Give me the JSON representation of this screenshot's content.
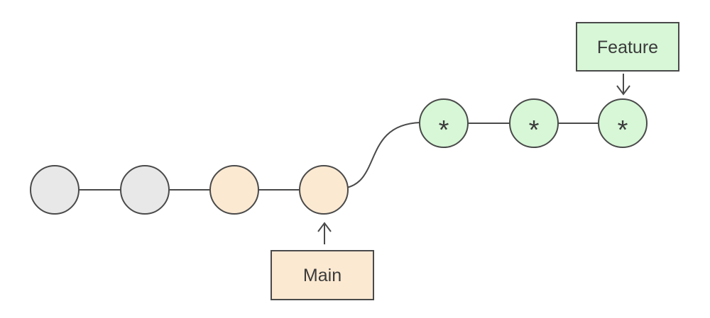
{
  "diagram": {
    "type": "git-branching-diagram",
    "background": "#ffffff",
    "line_color": "#4a4a4a",
    "text_color": "#3b3b3b"
  },
  "branches": {
    "history": {
      "color": "#e8e8e8"
    },
    "main": {
      "label": "Main",
      "color": "#fce9d2"
    },
    "feature": {
      "label": "Feature",
      "color": "#d7f7d7"
    }
  },
  "commits": [
    {
      "id": 1,
      "branch": "history",
      "symbol": ""
    },
    {
      "id": 2,
      "branch": "history",
      "symbol": ""
    },
    {
      "id": 3,
      "branch": "main",
      "symbol": ""
    },
    {
      "id": 4,
      "branch": "main",
      "symbol": ""
    },
    {
      "id": 5,
      "branch": "feature",
      "symbol": "*"
    },
    {
      "id": 6,
      "branch": "feature",
      "symbol": "*"
    },
    {
      "id": 7,
      "branch": "feature",
      "symbol": "*"
    }
  ]
}
